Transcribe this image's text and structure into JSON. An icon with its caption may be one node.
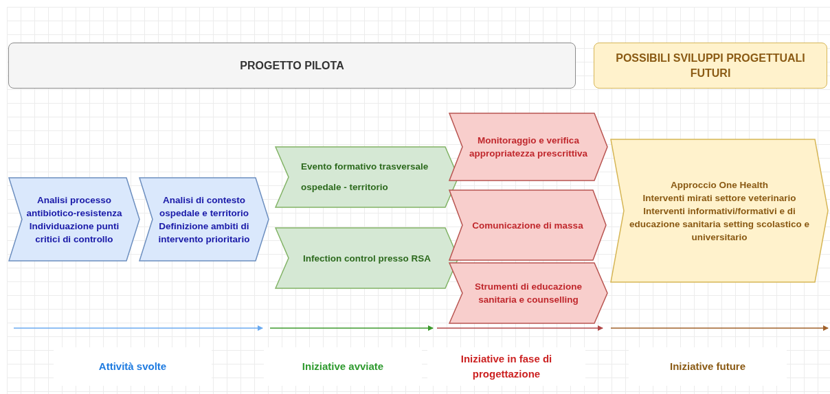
{
  "diagram": {
    "nodes": [
      {
        "text": [
          "PROGETTO PILOTA"
        ]
      },
      {
        "text": [
          "POSSIBILI SVILUPPI PROGETTUALI FUTURI"
        ]
      },
      {
        "text": [
          "Analisi processo antibiotico-resistenza",
          "Individuazione punti critici di controllo"
        ]
      },
      {
        "text": [
          "Analisi di contesto ospedale e territorio",
          "Definizione ambiti di intervento prioritario"
        ]
      },
      {
        "text": [
          "Evento formativo trasversale ospedale - territorio"
        ]
      },
      {
        "text": [
          "Infection control presso RSA"
        ]
      },
      {
        "text": [
          "Monitoraggio e verifica appropriatezza prescrittiva"
        ]
      },
      {
        "text": [
          "Comunicazione di massa"
        ]
      },
      {
        "text": [
          "Strumenti di educazione sanitaria e counselling"
        ]
      },
      {
        "text": [
          "Approccio One Health",
          "Interventi mirati settore veterinario",
          "Interventi informativi/formativi e di educazione sanitaria setting scolastico e universitario"
        ]
      }
    ],
    "labels": [
      "Attività svolte",
      "Iniziative avviate",
      "Iniziative in fase di progettazione",
      "Iniziative future"
    ]
  }
}
